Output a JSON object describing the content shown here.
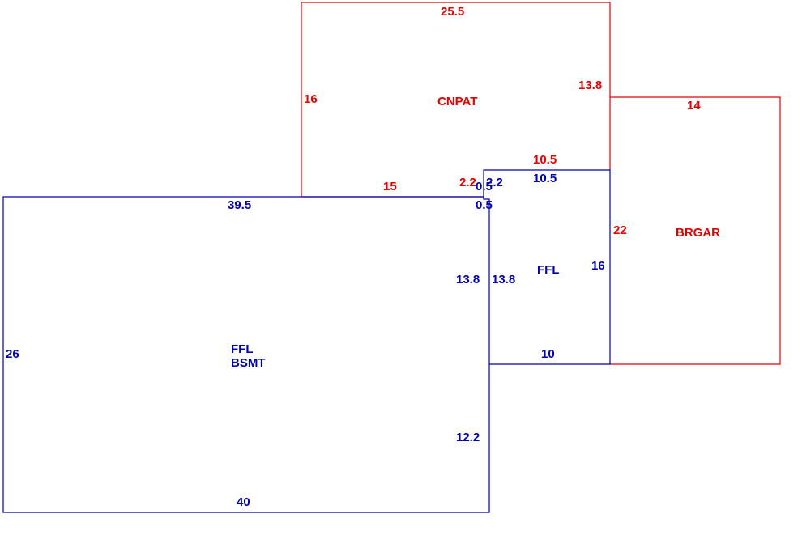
{
  "colors": {
    "background": "#ffffff",
    "exterior_outline": "#e60000",
    "living_outline": "#0000b4"
  },
  "areas": {
    "cnpat": {
      "name": "CNPAT"
    },
    "brgar": {
      "name": "BRGAR"
    },
    "ffl": {
      "name": "FFL"
    },
    "bsmt": {
      "line1": "FFL",
      "line2": "BSMT"
    }
  },
  "dimensions": {
    "cnpat_top": "25.5",
    "cnpat_left": "16",
    "cnpat_right_upper": "13.8",
    "cnpat_bottom": "15",
    "cnpat_step_horizontal": "10.5",
    "cnpat_step_vertical": "2.2",
    "brgar_top": "14",
    "brgar_left": "22",
    "ffl_top": "10.5",
    "ffl_left_short": "0.5",
    "ffl_left_step": "2.2",
    "ffl_left_long": "13.8",
    "ffl_right": "16",
    "ffl_bottom": "10",
    "bsmt_top": "39.5",
    "bsmt_top_step": "0.5",
    "bsmt_right_upper": "13.8",
    "bsmt_right_lower": "12.2",
    "bsmt_left": "26",
    "bsmt_bottom": "40"
  }
}
